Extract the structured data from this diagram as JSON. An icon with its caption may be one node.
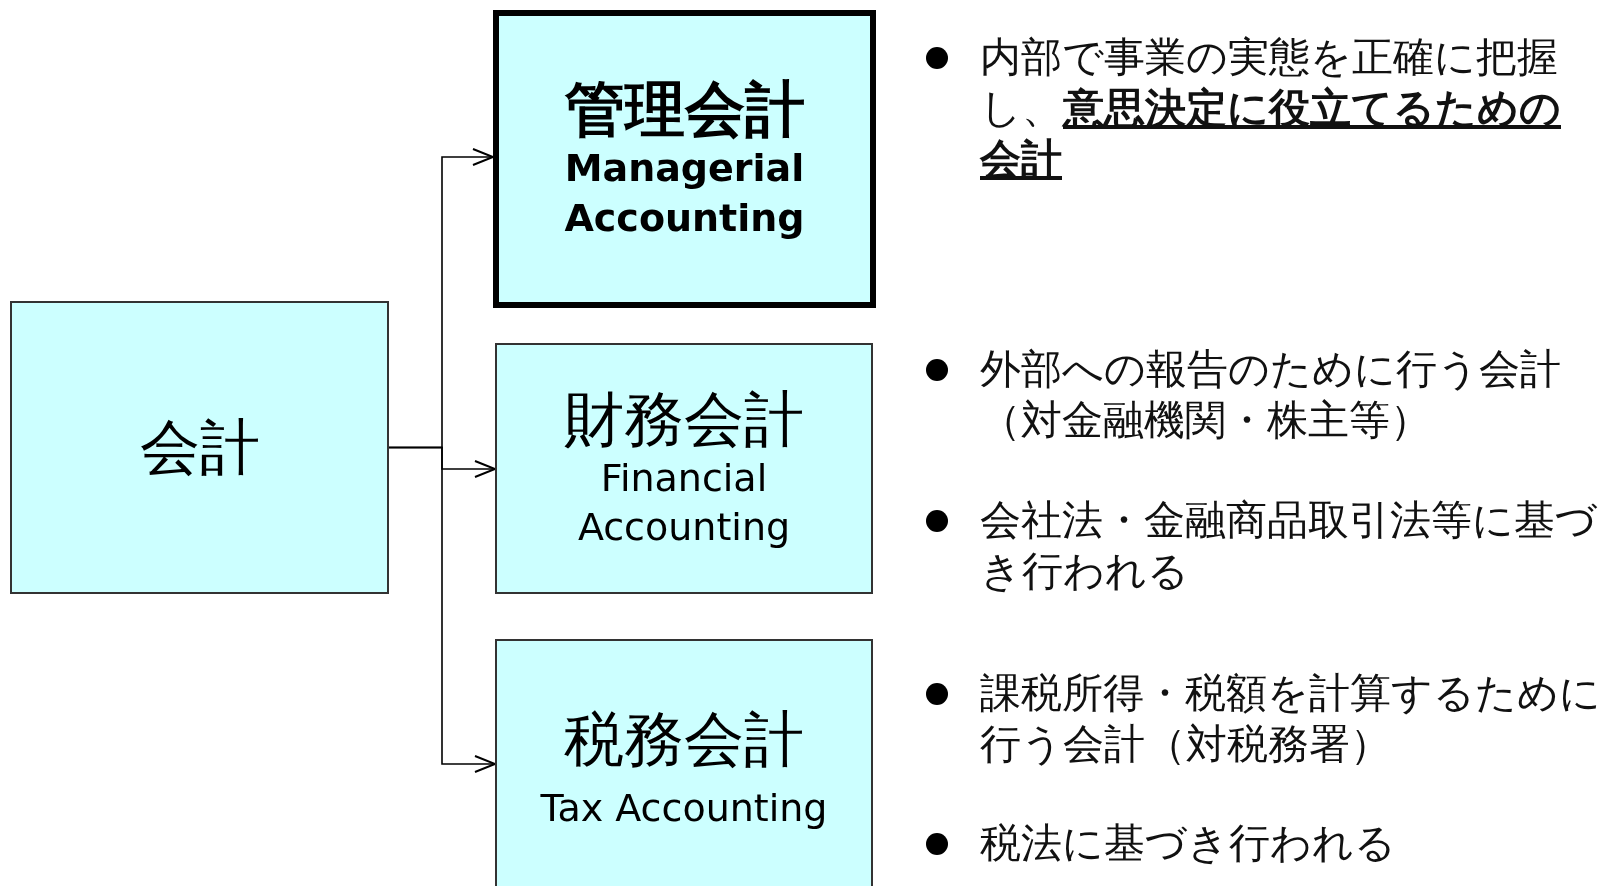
{
  "diagram": {
    "nodes": [
      {
        "text": [
          "会計"
        ]
      },
      {
        "text": [
          "管理会計",
          "Managerial Accounting"
        ],
        "beside": [
          "内部で事業の実態を正確に把握し、**意思決定に役立てるための会計**"
        ]
      },
      {
        "text": [
          "財務会計",
          "Financial Accounting"
        ],
        "beside": [
          "外部への報告のために行う会計（対金融機関・株主等）",
          "会社法・金融商品取引法等に基づき行われる"
        ]
      },
      {
        "text": [
          "税務会計",
          "Tax Accounting"
        ],
        "beside": [
          "課税所得・税額を計算するために行う会計（対税務署）",
          "税法に基づき行われる"
        ]
      }
    ],
    "edges": [
      {
        "from": 0,
        "to": 1,
        "arrow": "to"
      },
      {
        "from": 0,
        "to": 2,
        "arrow": "to"
      },
      {
        "from": 0,
        "to": 3,
        "arrow": "to"
      }
    ]
  }
}
